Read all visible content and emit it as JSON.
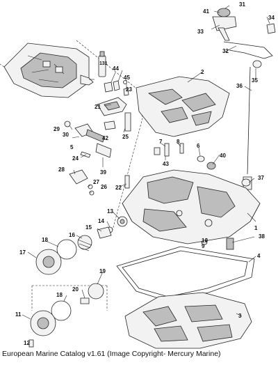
{
  "caption": "European Marine Catalog v1.61 (Image Copyright- Mercury Marine)",
  "callouts": {
    "c1": "1",
    "c2": "2",
    "c3": "3",
    "c4": "4",
    "c5": "5",
    "c6": "6",
    "c7": "7",
    "c8": "8",
    "c9": "9",
    "c10": "10",
    "c11": "11",
    "c12": "12",
    "c13": "13",
    "c14": "14",
    "c15": "15",
    "c16": "16",
    "c17": "17",
    "c18a": "18",
    "c18b": "18",
    "c19": "19",
    "c20": "20",
    "c21": "21",
    "c22": "22",
    "c23": "23",
    "c24": "24",
    "c25": "25",
    "c26": "26",
    "c27": "27",
    "c28": "28",
    "c29": "29",
    "c30": "30",
    "c31": "31",
    "c32": "32",
    "c33": "33",
    "c34": "34",
    "c35": "35",
    "c36": "36",
    "c37": "37",
    "c38": "38",
    "c39": "39",
    "c40": "40",
    "c41": "41",
    "c42": "42",
    "c43": "43",
    "c44": "44",
    "c45": "45"
  },
  "tube_label": "131",
  "icon": "hand-pointer-icon"
}
